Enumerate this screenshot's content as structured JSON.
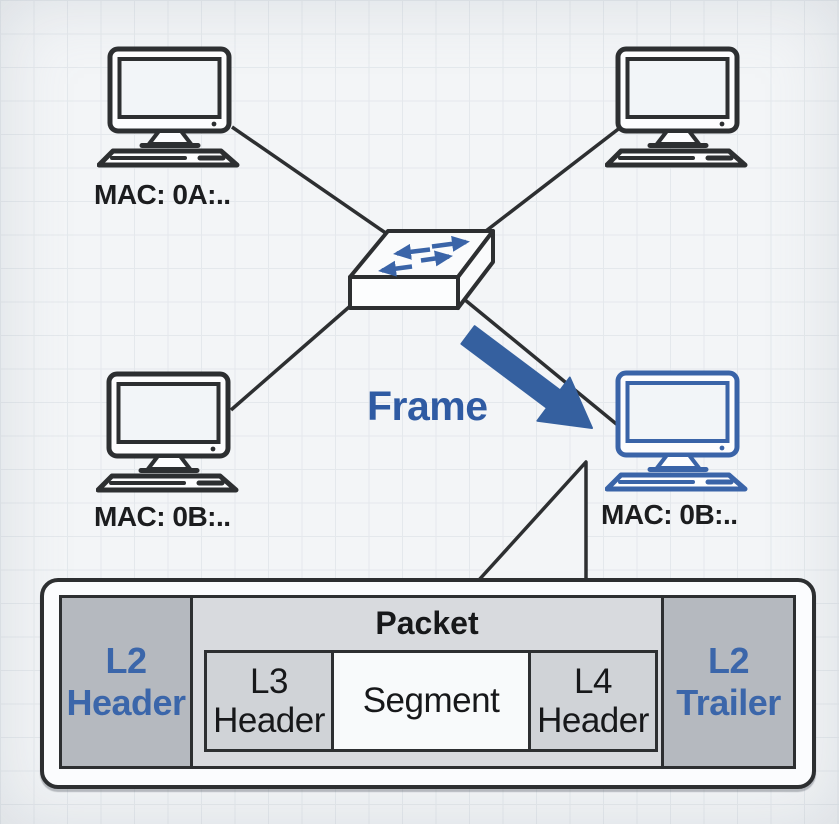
{
  "diagram": {
    "title_context": "Ethernet switching frame delivery diagram",
    "labels": {
      "pc_top_left_mac": "MAC: 0A:..",
      "pc_bottom_left_mac": "MAC: 0B:..",
      "pc_bottom_right_mac": "MAC: 0B:..",
      "frame_arrow": "Frame"
    },
    "frame_structure": {
      "l2_header": "L2 Header",
      "packet_title": "Packet",
      "l3_header": "L3 Header",
      "segment": "Segment",
      "l4_header": "L4 Header",
      "l2_trailer": "L2 Trailer"
    },
    "icons": {
      "computer": "desktop-computer-icon",
      "switch": "network-switch-icon",
      "frame_arrow": "thick-diagonal-arrow-icon",
      "callout": "callout-tail-pointer",
      "switch_top": "bidirectional-traffic-arrows"
    },
    "colors": {
      "background": "#f3f5f7",
      "grid_line": "#e4e8ec",
      "stroke_dark": "#2d2f31",
      "accent_blue": "#35609f",
      "label_blue": "#3b66aa",
      "l2_fill": "#b5b9bf",
      "packet_fill": "#d8dade",
      "inner_header_fill": "#d0d3d7",
      "segment_fill": "#f8fafb",
      "frame_box_fill": "#fbfcfe"
    }
  }
}
